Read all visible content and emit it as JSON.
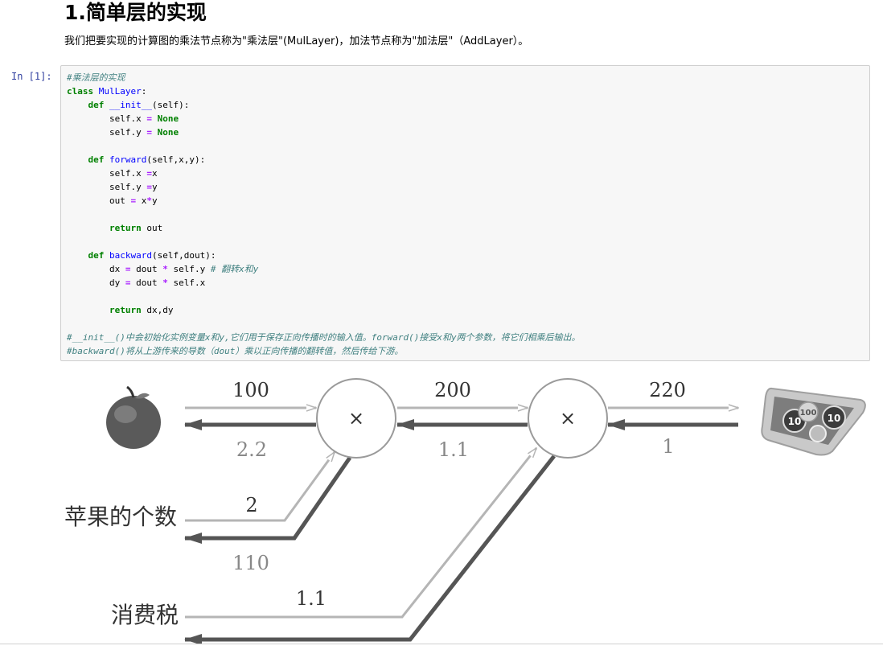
{
  "heading": "1.简单层的实现",
  "paragraph": "我们把要实现的计算图的乘法节点称为\"乘法层\"(MulLayer)，加法节点称为\"加法层\"（AddLayer）。",
  "cell": {
    "prompt": "In  [1]:",
    "code": {
      "c1": "#乘法层的实现",
      "class_kw": "class",
      "class_name": "MulLayer",
      "def_kw": "def",
      "init_name": "__init__",
      "init_args": "(self):",
      "self_x": "self.x",
      "self_y": "self.y",
      "eq": "=",
      "none": "None",
      "forward_name": "forward",
      "forward_args": "(self,x,y):",
      "x": "x",
      "y": "y",
      "out": "out",
      "mul": "*",
      "return_kw": "return",
      "backward_name": "backward",
      "backward_args": "(self,dout):",
      "dx": "dx",
      "dy": "dy",
      "dout": "dout",
      "c2": "# 翻转x和y",
      "ret_dxdy": "dx,dy",
      "c3": "#__init__()中会初始化实例变量x和y,它们用于保存正向传播时的输入值。forward()接受x和y两个参数，将它们相乘后输出。",
      "c4": "#backward()将从上游传来的导数（dout）乘以正向传播的翻转值，然后传给下游。"
    }
  },
  "diagram": {
    "node_symbol": "×",
    "apple_forward": "100",
    "apple_backward": "2.2",
    "mid_forward": "200",
    "mid_backward": "1.1",
    "out_forward": "220",
    "out_backward": "1",
    "count_label": "苹果的个数",
    "count_forward": "2",
    "count_backward": "110",
    "tax_label": "消费税",
    "tax_forward": "1.1",
    "coin_labels": [
      "10",
      "10",
      "100"
    ]
  }
}
